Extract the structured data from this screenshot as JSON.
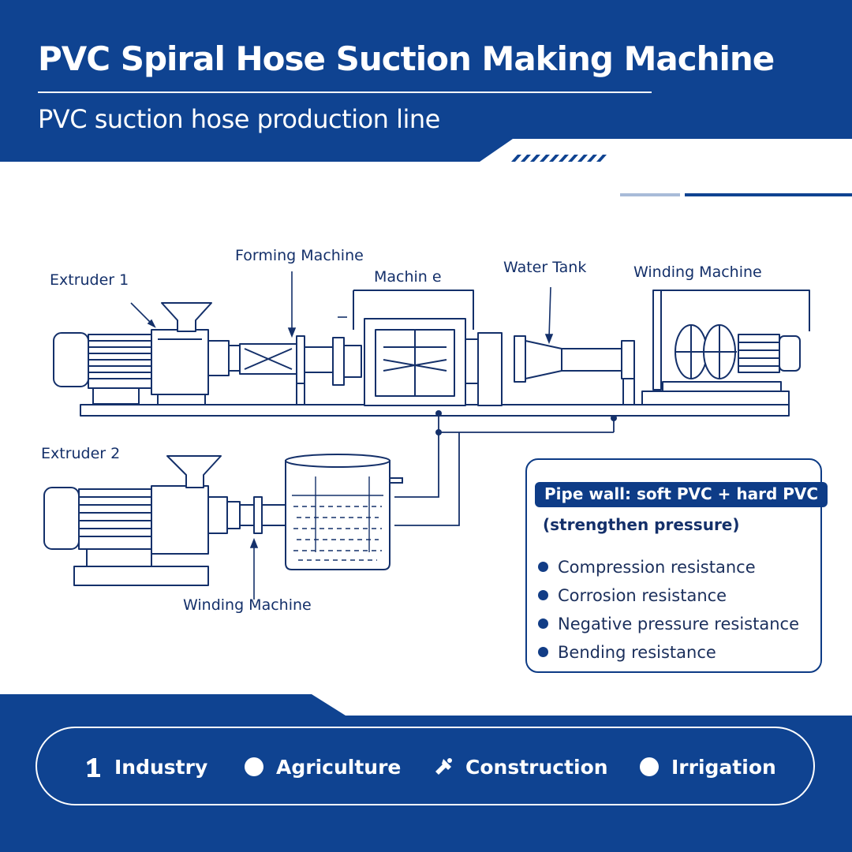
{
  "header": {
    "title": "PVC Spiral Hose Suction Making Machine",
    "subtitle": "PVC suction hose production line"
  },
  "labels": {
    "extruder_1": "Extruder 1",
    "forming_machine": "Forming Machine",
    "machine": "Machin e",
    "water_tank": "Water Tank",
    "winding_machine_top": "Winding Machine",
    "extruder_2": "Extruder 2",
    "winding_machine_bottom": "Winding Machine"
  },
  "info": {
    "pipe_wall": "Pipe wall: soft PVC + hard PVC",
    "pipe_note": "(strengthen pressure)",
    "features": [
      "Compression resistance",
      "Corrosion resistance",
      "Negative pressure resistance",
      "Bending resistance"
    ]
  },
  "applications": [
    {
      "label": "Industry",
      "icon": "number-one-icon"
    },
    {
      "label": "Agriculture",
      "icon": "circle-icon"
    },
    {
      "label": "Construction",
      "icon": "tools-icon"
    },
    {
      "label": "Irrigation",
      "icon": "circle-icon"
    }
  ],
  "colors": {
    "brand_blue": "#0f4391",
    "line_color": "#14306a",
    "text_white": "#ffffff"
  }
}
